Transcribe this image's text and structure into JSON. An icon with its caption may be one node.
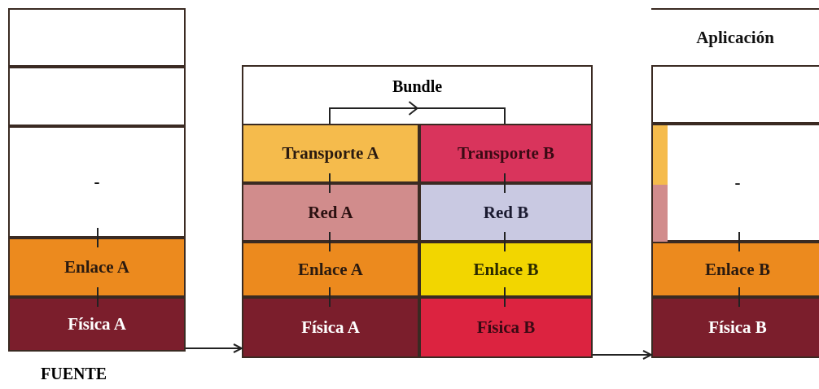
{
  "diagram": {
    "nodes": [
      {
        "text": [],
        "shape": "box"
      },
      {
        "text": [],
        "shape": "box"
      },
      {
        "text": [
          "-"
        ]
      },
      {
        "text": [
          "Enlace A"
        ]
      },
      {
        "text": [
          "Física A"
        ]
      },
      {
        "text": [
          "Transporte A"
        ]
      },
      {
        "text": [
          "Transporte B"
        ]
      },
      {
        "text": [
          "Red A"
        ]
      },
      {
        "text": [
          "Red B"
        ]
      },
      {
        "text": [
          "Enlace A"
        ]
      },
      {
        "text": [
          "Enlace B"
        ]
      },
      {
        "text": [
          "Física A"
        ]
      },
      {
        "text": [
          "Física B"
        ]
      },
      {
        "text": [
          "Aplicación"
        ]
      },
      {
        "text": [],
        "shape": "box"
      },
      {
        "text": [
          "-"
        ]
      },
      {
        "text": [
          "Enlace B"
        ]
      },
      {
        "text": [
          "Física B"
        ]
      }
    ],
    "edges": [
      {
        "from": 2,
        "to": 3,
        "arrow": "none"
      },
      {
        "from": 3,
        "to": 4,
        "arrow": "none"
      },
      {
        "from": 4,
        "to": 11,
        "arrow": "to"
      },
      {
        "from": 11,
        "to": 9,
        "arrow": "none"
      },
      {
        "from": 9,
        "to": 7,
        "arrow": "none"
      },
      {
        "from": 7,
        "to": 5,
        "arrow": "none"
      },
      {
        "from": 5,
        "to": 6,
        "arrow": "to",
        "label": "Bundle"
      },
      {
        "from": 6,
        "to": 8,
        "arrow": "none"
      },
      {
        "from": 8,
        "to": 10,
        "arrow": "none"
      },
      {
        "from": 10,
        "to": 12,
        "arrow": "none"
      },
      {
        "from": 12,
        "to": 17,
        "arrow": "to"
      },
      {
        "from": 17,
        "to": 16,
        "arrow": "none"
      },
      {
        "from": 16,
        "to": 15,
        "arrow": "none"
      }
    ],
    "labels": [
      "FUENTE"
    ]
  }
}
